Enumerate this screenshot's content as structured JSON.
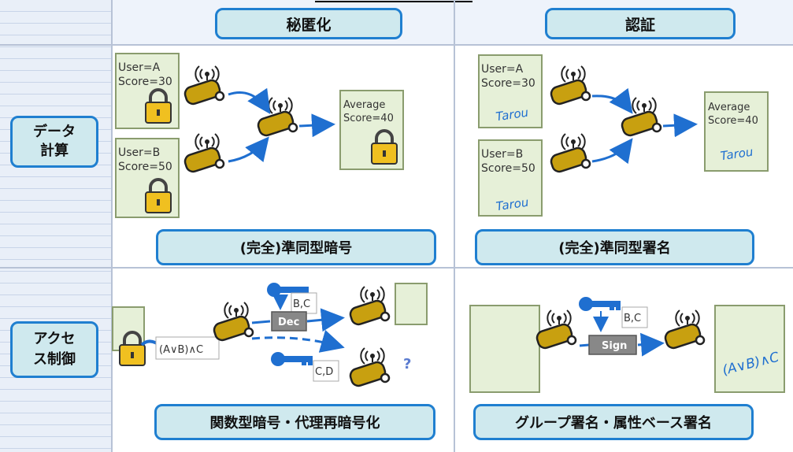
{
  "columns": {
    "secrecy": "秘匿化",
    "auth": "認証"
  },
  "rows": {
    "data_compute": "データ\n計算",
    "data_compute_l1": "データ",
    "data_compute_l2": "計算",
    "access_l1": "アクセ",
    "access_l2": "ス制御"
  },
  "cells": {
    "he_label": "(完全)準同型暗号",
    "hs_label": "(完全)準同型署名",
    "fe_label": "関数型暗号・代理再暗号化",
    "gs_label": "グループ署名・属性ベース署名"
  },
  "docs": {
    "user_a": "User=A",
    "score_30": "Score=30",
    "user_b": "User=B",
    "score_50": "Score=50",
    "average": "Average",
    "score_40": "Score=40",
    "sig": "Tarou"
  },
  "access": {
    "policy": "(A∨B)∧C",
    "key_bc": "B,C",
    "key_cd": "C,D",
    "dec": "Dec",
    "sign": "Sign",
    "question": "?"
  },
  "colors": {
    "pill_bg": "#cfe9ee",
    "pill_border": "#1f7fd0",
    "doc": "#e6f0d8",
    "arrow": "#1f6fd0",
    "lock": "#f0c020",
    "device": "#c8a010"
  }
}
